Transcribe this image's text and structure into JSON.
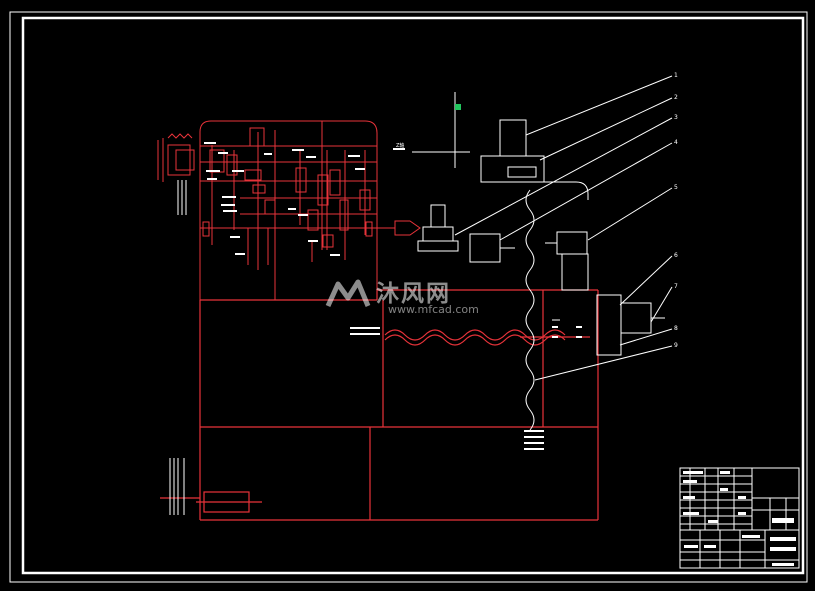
{
  "drawing": {
    "leader_numbers": [
      "1",
      "2",
      "3",
      "4",
      "5",
      "6",
      "7",
      "8",
      "9"
    ],
    "axis_label": "Z轴",
    "colors": {
      "background": "#000000",
      "frame": "#ffffff",
      "mechanism": "#e8333a",
      "parts": "#ffffff",
      "origin_marker": "#22c55e"
    }
  },
  "watermark": {
    "text_cn": "沐风网",
    "text_en": "www.mfcad.com",
    "logo": "mfcad-logo-icon"
  },
  "title_block": {
    "label": "title-block"
  }
}
